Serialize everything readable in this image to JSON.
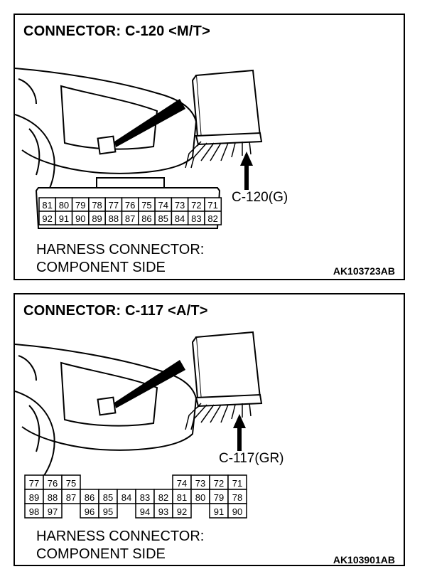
{
  "panels": [
    {
      "title": "CONNECTOR: C-120 <M/T>",
      "callout": "C-120(G)",
      "footer_line1": "HARNESS CONNECTOR:",
      "footer_line2": "COMPONENT SIDE",
      "code": "AK103723AB",
      "pin_rows": [
        [
          "81",
          "80",
          "79",
          "78",
          "77",
          "76",
          "75",
          "74",
          "73",
          "72",
          "71"
        ],
        [
          "92",
          "91",
          "90",
          "89",
          "88",
          "87",
          "86",
          "85",
          "84",
          "83",
          "82"
        ]
      ]
    },
    {
      "title": "CONNECTOR: C-117 <A/T>",
      "callout": "C-117(GR)",
      "footer_line1": "HARNESS CONNECTOR:",
      "footer_line2": "COMPONENT SIDE",
      "code": "AK103901AB",
      "pin_rows": [
        [
          "77",
          "76",
          "75",
          "",
          "",
          "",
          "",
          "74",
          "73",
          "72",
          "71"
        ],
        [
          "89",
          "88",
          "87",
          "86",
          "85",
          "84",
          "83",
          "82",
          "81",
          "80",
          "79",
          "78"
        ],
        [
          "98",
          "97",
          "",
          "96",
          "95",
          "",
          "94",
          "93",
          "92",
          "",
          "91",
          "90"
        ]
      ]
    }
  ]
}
